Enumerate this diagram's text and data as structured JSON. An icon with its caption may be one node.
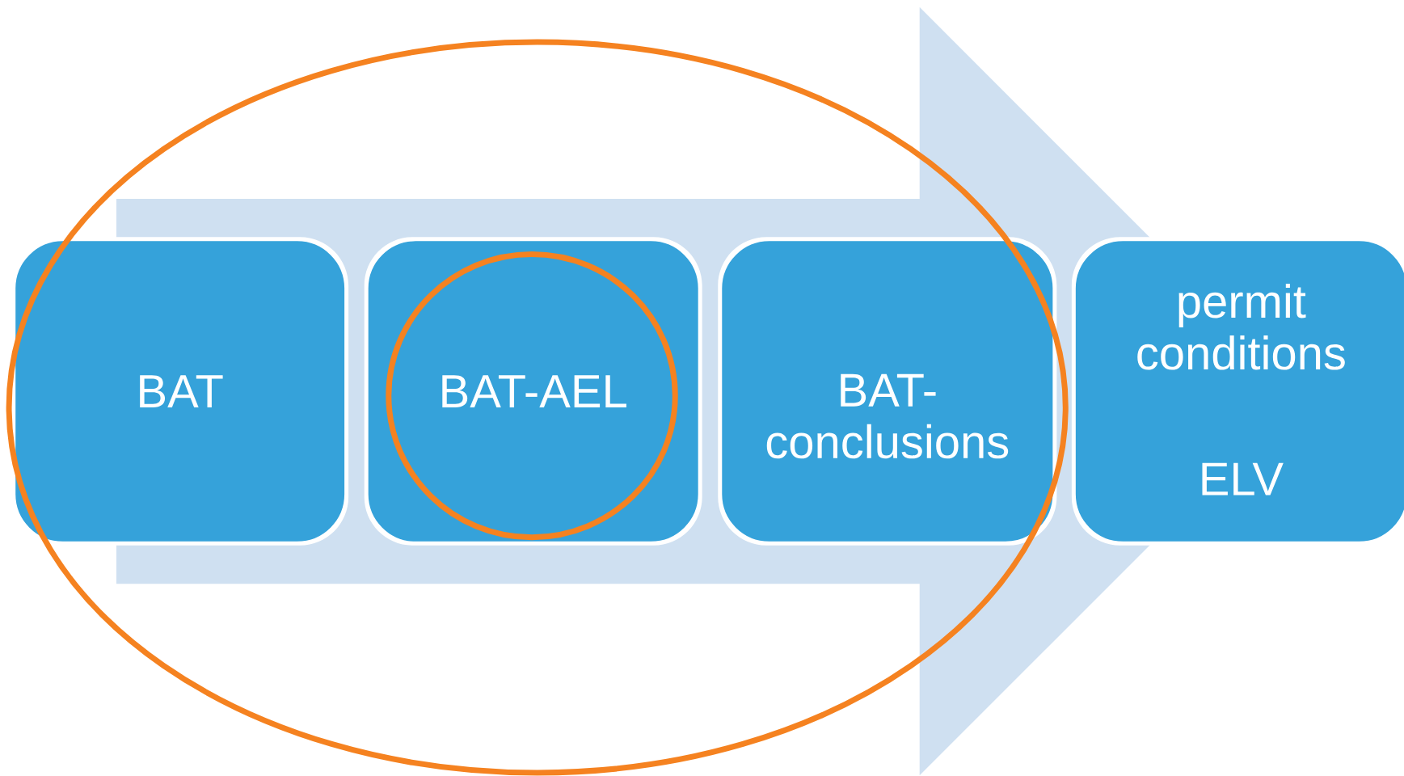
{
  "diagram": {
    "nodes": [
      {
        "text": [
          "BAT"
        ]
      },
      {
        "text": [
          "BAT-AEL"
        ]
      },
      {
        "text": [
          "BAT-conclusions"
        ]
      },
      {
        "text": [
          "permit conditions",
          "ELV"
        ]
      }
    ],
    "edges": [
      {
        "from": 0,
        "to": 3,
        "arrow": "to"
      }
    ]
  }
}
